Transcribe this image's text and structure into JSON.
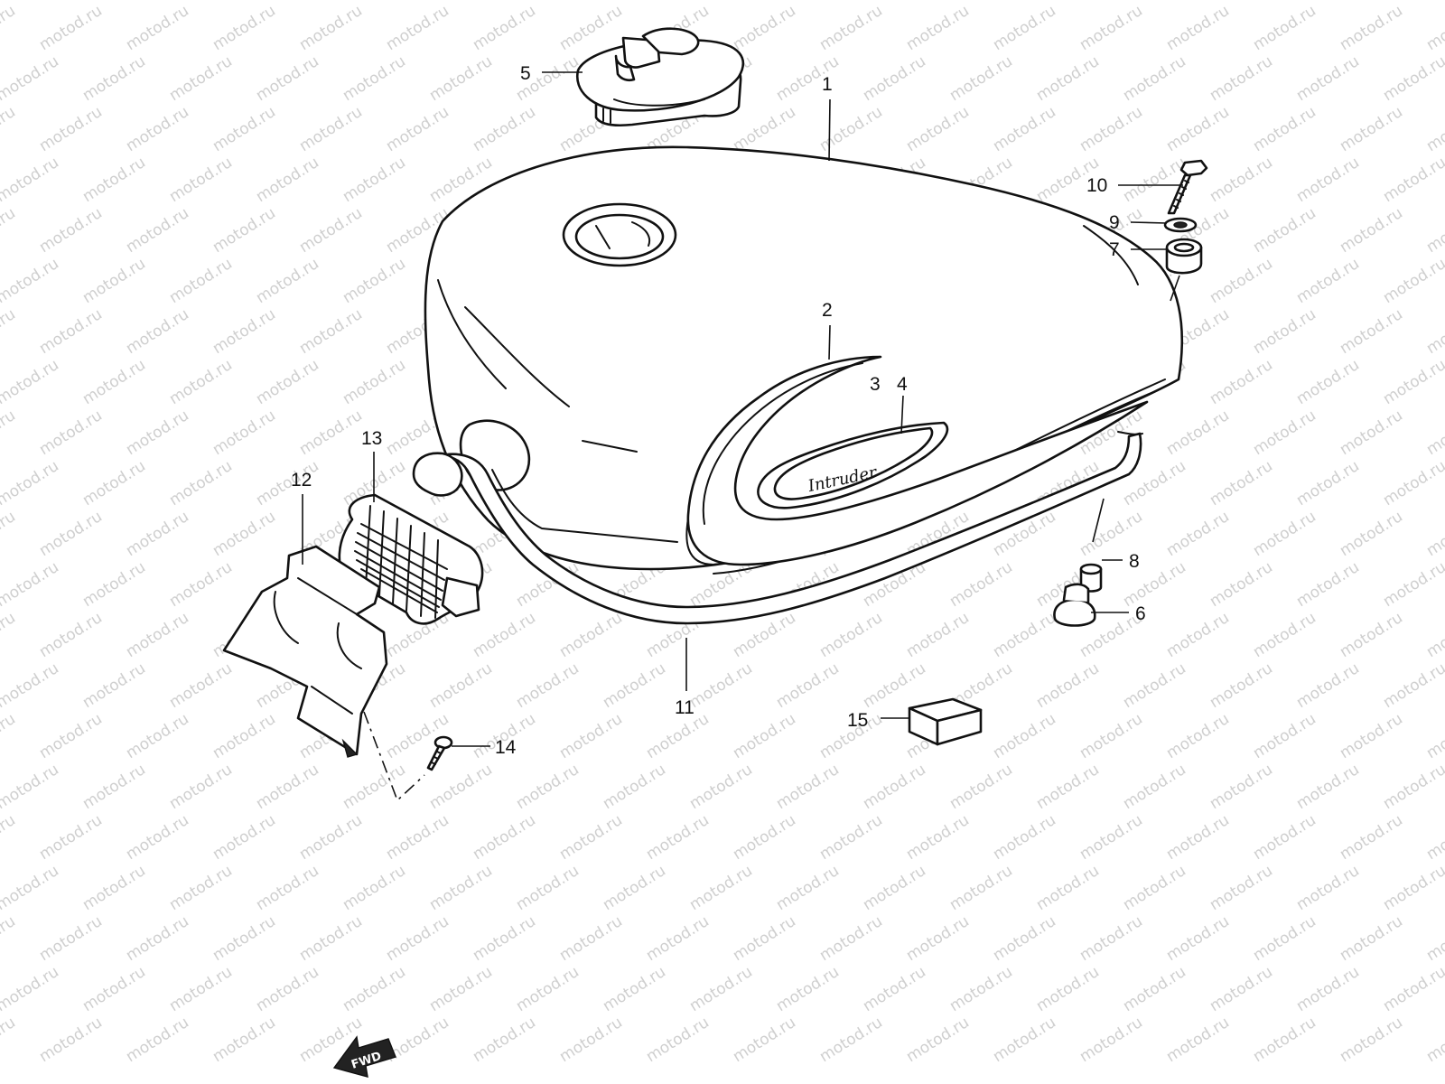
{
  "watermark": {
    "text": "motod.ru"
  },
  "callouts": [
    {
      "id": "1",
      "label": "1"
    },
    {
      "id": "2",
      "label": "2"
    },
    {
      "id": "3",
      "label": "3"
    },
    {
      "id": "4",
      "label": "4"
    },
    {
      "id": "5",
      "label": "5"
    },
    {
      "id": "6",
      "label": "6"
    },
    {
      "id": "7",
      "label": "7"
    },
    {
      "id": "8",
      "label": "8"
    },
    {
      "id": "9",
      "label": "9"
    },
    {
      "id": "10",
      "label": "10"
    },
    {
      "id": "11",
      "label": "11"
    },
    {
      "id": "12",
      "label": "12"
    },
    {
      "id": "13",
      "label": "13"
    },
    {
      "id": "14",
      "label": "14"
    },
    {
      "id": "15",
      "label": "15"
    }
  ],
  "emblem": {
    "script_text": "Intruder"
  },
  "direction_arrow": {
    "label": "FWD"
  },
  "colors": {
    "line": "#111111",
    "background": "#ffffff",
    "watermark": "#cfcfcf"
  }
}
